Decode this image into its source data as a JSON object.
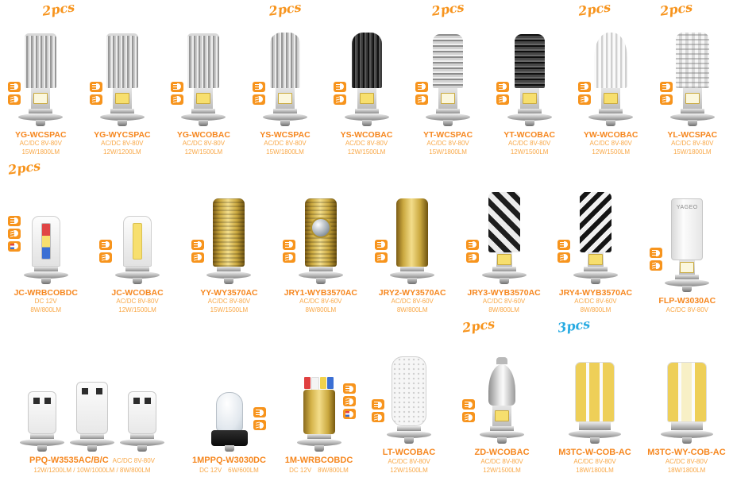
{
  "colors": {
    "accent_orange": "#F7941D",
    "accent_blue": "#29ABE2",
    "name_orange": "#F6871F",
    "spec_orange": "#F9A847",
    "background": "#FFFFFF"
  },
  "brand": "YAGEO",
  "icons": {
    "high_beam": "high-beam-icon",
    "low_beam": "low-beam-icon",
    "rgb_beam": "rgb-beam-icon"
  },
  "rows": [
    {
      "products": [
        {
          "name": "YG-WCSPAC",
          "voltage": "AC/DC 8V-80V",
          "power": "15W/1800LM",
          "pcs": "2pcs"
        },
        {
          "name": "YG-WYCSPAC",
          "voltage": "AC/DC 8V-80V",
          "power": "12W/1200LM"
        },
        {
          "name": "YG-WCOBAC",
          "voltage": "AC/DC 8V-80V",
          "power": "12W/1500LM"
        },
        {
          "name": "YS-WCSPAC",
          "voltage": "AC/DC 8V-80V",
          "power": "15W/1800LM",
          "pcs": "2pcs"
        },
        {
          "name": "YS-WCOBAC",
          "voltage": "AC/DC 8V-80V",
          "power": "12W/1500LM"
        },
        {
          "name": "YT-WCSPAC",
          "voltage": "AC/DC 8V-80V",
          "power": "15W/1800LM",
          "pcs": "2pcs"
        },
        {
          "name": "YT-WCOBAC",
          "voltage": "AC/DC 8V-80V",
          "power": "12W/1500LM"
        },
        {
          "name": "YW-WCOBAC",
          "voltage": "AC/DC 8V-80V",
          "power": "12W/1500LM",
          "pcs": "2pcs"
        },
        {
          "name": "YL-WCSPAC",
          "voltage": "AC/DC 8V-80V",
          "power": "15W/1800LM",
          "pcs": "2pcs"
        }
      ]
    },
    {
      "products": [
        {
          "name": "JC-WRBCOBDC",
          "voltage": "DC 12V",
          "power": "8W/800LM",
          "pcs": "2pcs"
        },
        {
          "name": "JC-WCOBAC",
          "voltage": "AC/DC 8V-80V",
          "power": "12W/1500LM"
        },
        {
          "name": "YY-WY3570AC",
          "voltage": "AC/DC 8V-80V",
          "power": "15W/1500LM"
        },
        {
          "name": "JRY1-WYB3570AC",
          "voltage": "AC/DC 8V-60V",
          "power": "8W/800LM"
        },
        {
          "name": "JRY2-WY3570AC",
          "voltage": "AC/DC 8V-60V",
          "power": "8W/800LM"
        },
        {
          "name": "JRY3-WYB3570AC",
          "voltage": "AC/DC 8V-60V",
          "power": "8W/800LM"
        },
        {
          "name": "JRY4-WYB3570AC",
          "voltage": "AC/DC 8V-60V",
          "power": "8W/800LM"
        },
        {
          "name": "FLP-W3030AC",
          "voltage": "AC/DC 8V-80V"
        }
      ]
    },
    {
      "products": [
        {
          "name": "PPQ-W3535AC/B/C",
          "voltage": "AC/DC 8V-80V",
          "power": "12W/1200LM / 10W/1000LM / 8W/800LM"
        },
        {
          "name": "1MPPQ-W3030DC",
          "voltage": "DC 12V",
          "power": "6W/600LM"
        },
        {
          "name": "1M-WRBCOBDC",
          "voltage": "DC 12V",
          "power": "8W/800LM"
        },
        {
          "name": "LT-WCOBAC",
          "voltage": "AC/DC 8V-80V",
          "power": "12W/1500LM"
        },
        {
          "name": "ZD-WCOBAC",
          "voltage": "AC/DC 8V-80V",
          "power": "12W/1500LM",
          "pcs": "2pcs"
        },
        {
          "name": "M3TC-W-COB-AC",
          "voltage": "AC/DC 8V-80V",
          "power": "18W/1800LM",
          "pcs": "3pcs"
        },
        {
          "name": "M3TC-WY-COB-AC",
          "voltage": "AC/DC 8V-80V",
          "power": "18W/1800LM"
        }
      ]
    }
  ]
}
